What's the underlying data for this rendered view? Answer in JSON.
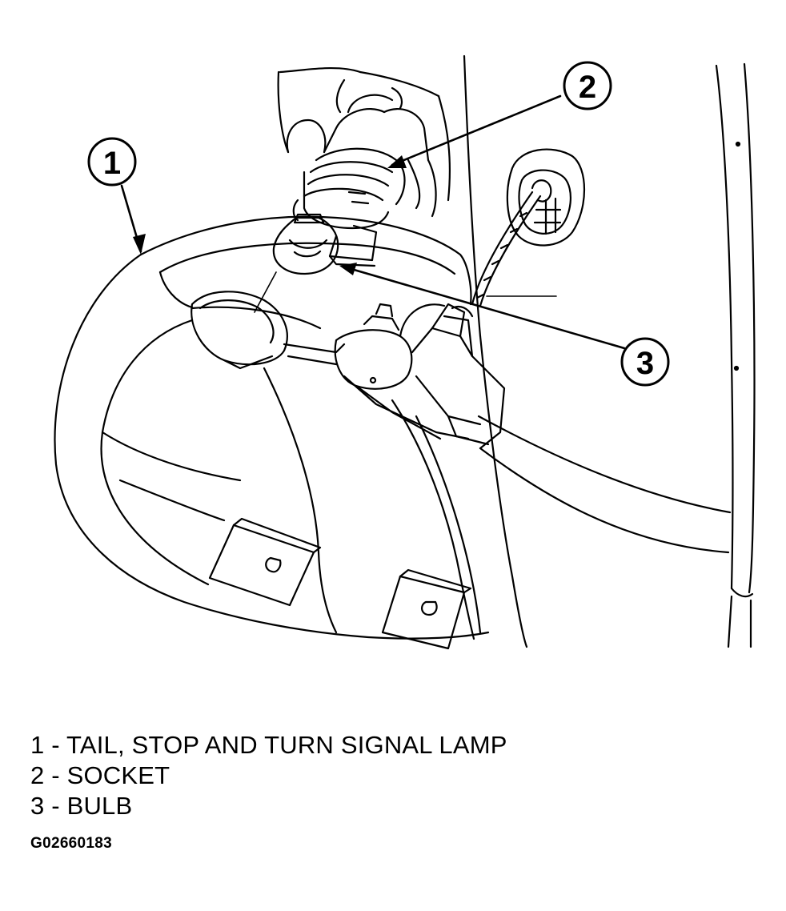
{
  "callouts": [
    {
      "number": "1"
    },
    {
      "number": "2"
    },
    {
      "number": "3"
    }
  ],
  "legend": [
    "1 - TAIL, STOP AND TURN SIGNAL LAMP",
    "2 - SOCKET",
    "3 - BULB"
  ],
  "figure_code": "G02660183"
}
